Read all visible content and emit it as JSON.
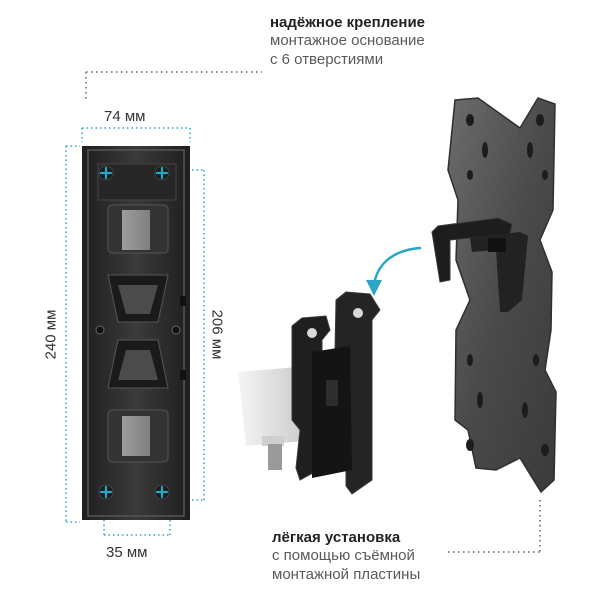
{
  "callout_top": {
    "title": "надёжное крепление",
    "line1": "монтажное основание",
    "line2": "с 6 отверстиями"
  },
  "callout_bottom": {
    "title": "лёгкая установка",
    "line1": "с помощью съёмной",
    "line2": "монтажной пластины"
  },
  "dimensions": {
    "top_width": "74 мм",
    "bottom_width": "35 мм",
    "height_outer": "240 мм",
    "height_inner": "206 мм"
  },
  "colors": {
    "accent": "#2aa7c7",
    "dotted_gray": "#888888",
    "metal_dark": "#2b2b2b"
  }
}
